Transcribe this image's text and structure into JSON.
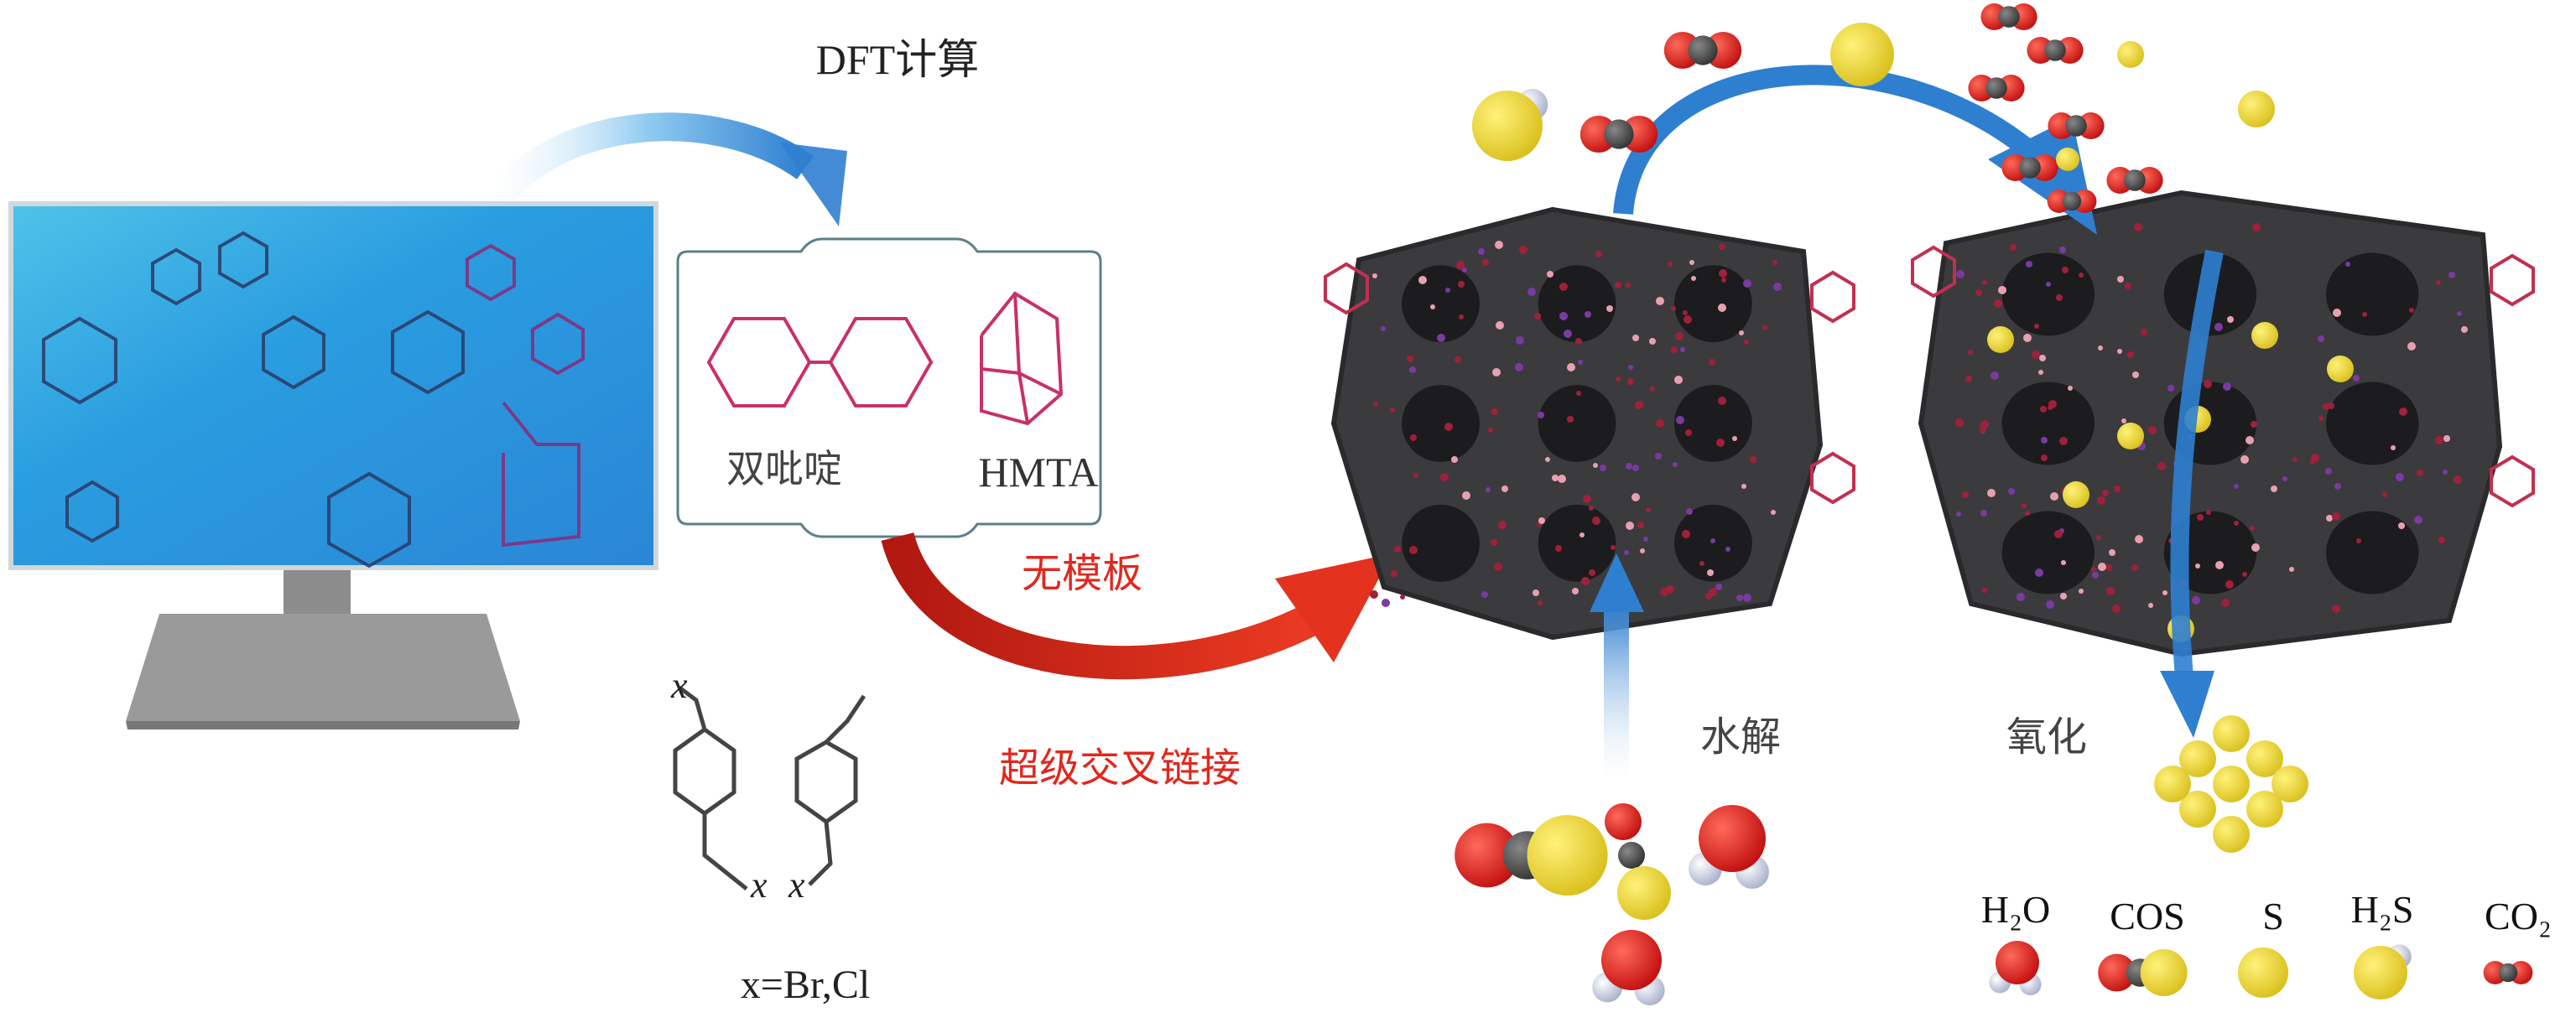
{
  "labels": {
    "dft": "DFT计算",
    "bipyridine": "双吡啶",
    "hmta": "HMTA",
    "template_free": "无模板",
    "hypercrosslink": "超级交叉链接",
    "x_left": "x",
    "x_bottom_a": "x",
    "x_bottom_b": "x",
    "x_def": "x=Br,Cl",
    "hydrolysis": "水解",
    "oxidation": "氧化"
  },
  "legend": [
    {
      "formula": "H₂O",
      "icon": "water-molecule-icon"
    },
    {
      "formula": "COS",
      "icon": "cos-molecule-icon"
    },
    {
      "formula": "S",
      "icon": "sulfur-atom-icon"
    },
    {
      "formula": "H₂S",
      "icon": "h2s-molecule-icon"
    },
    {
      "formula": "CO₂",
      "icon": "co2-molecule-icon"
    }
  ],
  "colors": {
    "red_text": "#e0281e",
    "blue_arrow": "#2f7fd0",
    "red_arrow": "#d7261c",
    "monitor_screen": "#2a9de0",
    "framework": "#3b3b3e",
    "oxygen": "#d81e1e",
    "sulfur": "#e6d22e",
    "hydrogen": "#e8e8f0",
    "carbon": "#555555",
    "molecule_pink": "#c8306a"
  }
}
